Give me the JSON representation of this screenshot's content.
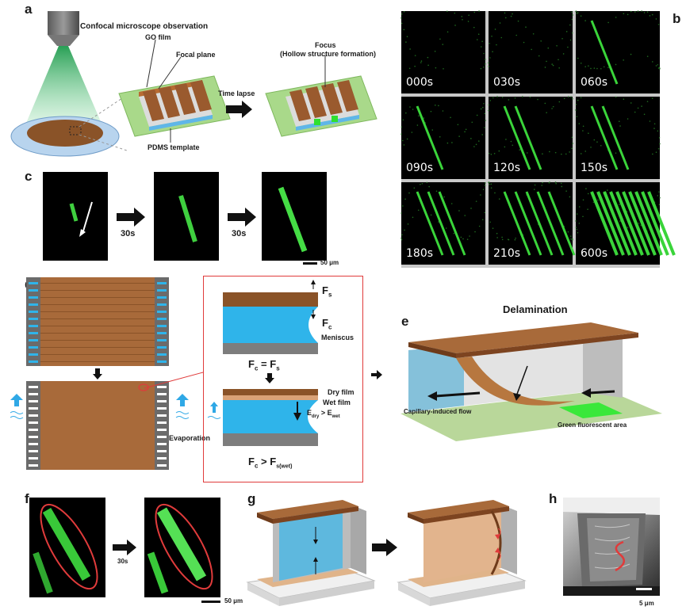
{
  "panels": {
    "a": {
      "label": "a",
      "microscope": "Confocal microscope observation",
      "go_film": "GO film",
      "focal_plane": "Focal plane",
      "pdms": "PDMS template",
      "time_lapse": "Time lapse",
      "focus": "Focus",
      "hollow": "(Hollow structure formation)"
    },
    "b": {
      "label": "b",
      "frames": [
        {
          "time": "000s",
          "lines": 0
        },
        {
          "time": "030s",
          "lines": 0
        },
        {
          "time": "060s",
          "lines": 1
        },
        {
          "time": "090s",
          "lines": 1
        },
        {
          "time": "120s",
          "lines": 2
        },
        {
          "time": "150s",
          "lines": 2
        },
        {
          "time": "180s",
          "lines": 3
        },
        {
          "time": "210s",
          "lines": 5
        },
        {
          "time": "600s",
          "lines": 10
        }
      ]
    },
    "c": {
      "label": "c",
      "step1": "30s",
      "step2": "30s",
      "scale": "50 μm"
    },
    "d": {
      "label": "d",
      "fs": "F",
      "fs_sub": "s",
      "fc": "F",
      "fc_sub": "c",
      "meniscus": "Meniscus",
      "eq1_a": "F",
      "eq1_a_sub": "c",
      "eq1_op": " = ",
      "eq1_b": "F",
      "eq1_b_sub": "s",
      "dry_film": "Dry film",
      "wet_film": "Wet film",
      "energy_a": "E",
      "energy_a_sub": "dry",
      "energy_op": " > ",
      "energy_b": "E",
      "energy_b_sub": "wet",
      "evaporation": "Evaporation",
      "eq2_a": "F",
      "eq2_a_sub": "c",
      "eq2_op": " > ",
      "eq2_b": "F",
      "eq2_b_sub": "s(wet)"
    },
    "e": {
      "label": "e",
      "title": "Delamination",
      "flow": "Capillary-induced flow",
      "green": "Green fluorescent area"
    },
    "f": {
      "label": "f",
      "step": "30s",
      "scale": "50 μm"
    },
    "g": {
      "label": "g"
    },
    "h": {
      "label": "h",
      "scale": "5 μm"
    }
  },
  "colors": {
    "go_brown": "#9a5a2e",
    "go_dark": "#6e3b1a",
    "water_blue": "#2fb4ea",
    "pdms_gray": "#7d7d7d",
    "green_fluor": "#3ad43a",
    "highlight_red": "#e03b3b",
    "plane_green": "#a9d98a"
  }
}
